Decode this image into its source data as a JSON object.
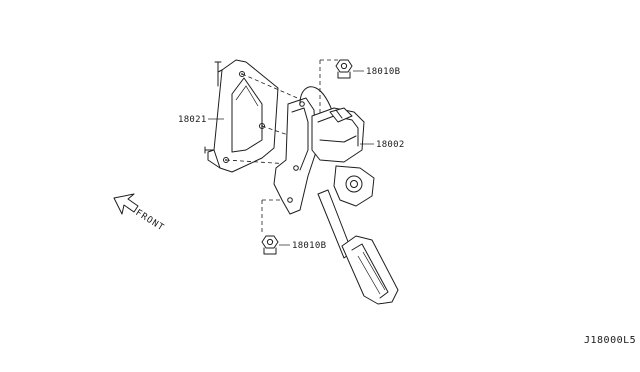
{
  "diagram": {
    "callouts": {
      "nut_upper": "18010B",
      "bracket": "18021",
      "pedal_assembly": "18002",
      "nut_lower": "18010B"
    },
    "direction_label": "FRONT",
    "diagram_code": "J18000L5"
  }
}
